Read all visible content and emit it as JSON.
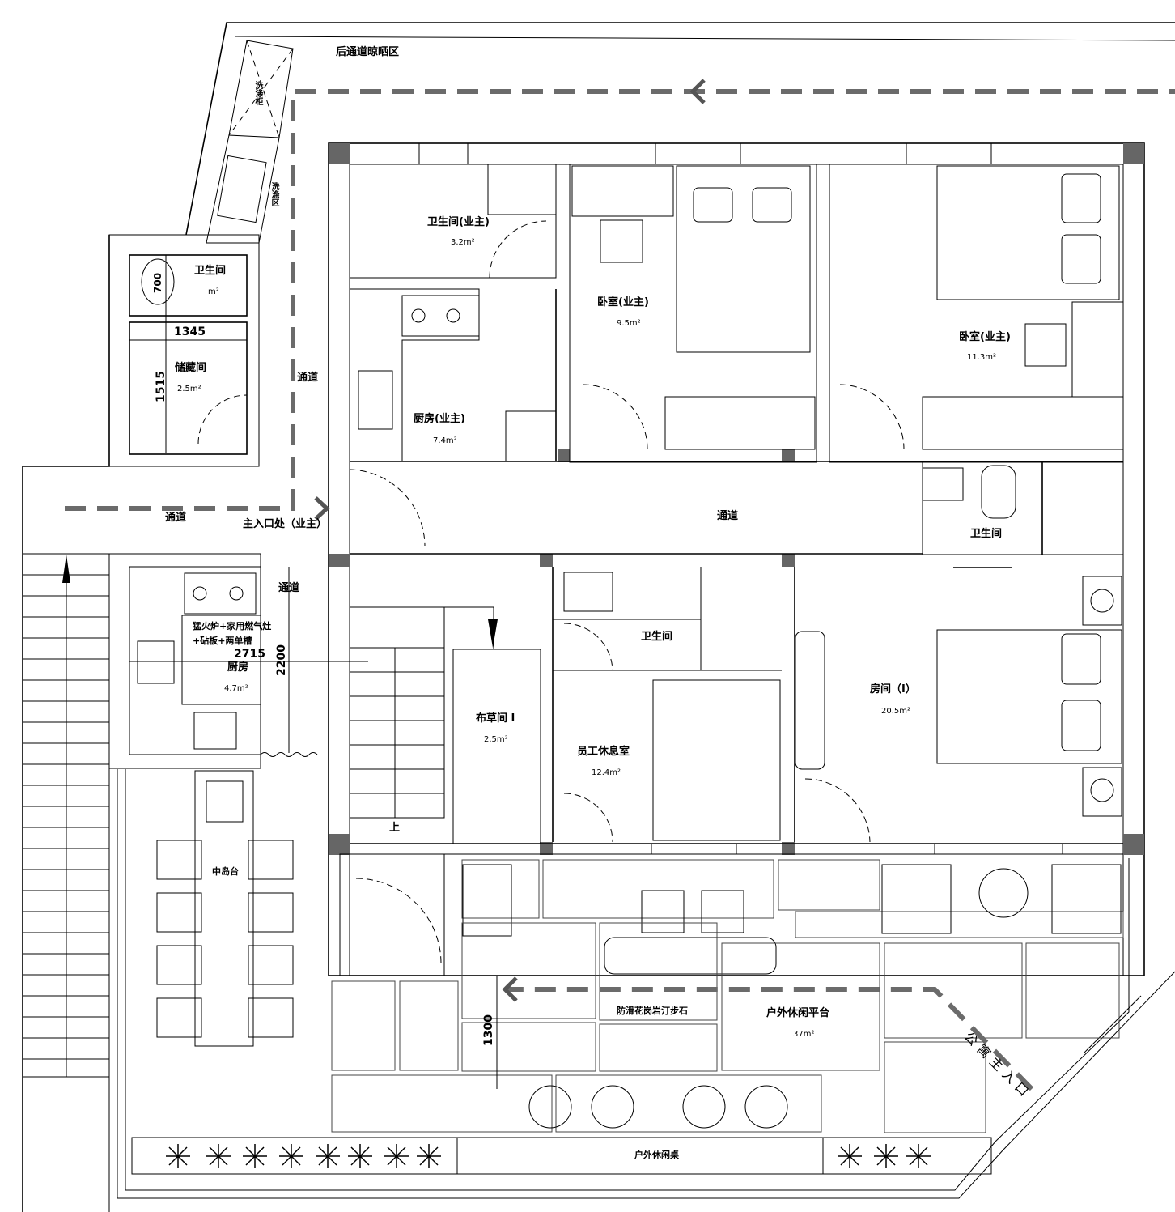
{
  "plan": {
    "back_drying_area": "后通道晾晒区",
    "wash_cabinet": "洗涤柜",
    "wash_area": "洗涤区",
    "owner_bathroom": {
      "name": "卫生间(业主)",
      "area": "3.2m²"
    },
    "small_bathroom": {
      "name": "卫生间",
      "area": "m²",
      "dim": "700"
    },
    "storage": {
      "name": "储藏间",
      "area": "2.5m²",
      "width": "1345",
      "height": "1515"
    },
    "corridor_left": "通道",
    "owner_kitchen": {
      "name": "厨房(业主)",
      "area": "7.4m²"
    },
    "owner_bedroom_1": {
      "name": "卧室(业主)",
      "area": "9.5m²"
    },
    "owner_bedroom_2": {
      "name": "卧室(业主)",
      "area": "11.3m²"
    },
    "corridor_entry": "通道",
    "main_entrance": "主入口处（业主）",
    "corridor_main": "通道",
    "bathroom_right": "卫生间",
    "corridor_kitchen": "通道",
    "kitchen": {
      "note_1": "猛火炉+家用燃气灶",
      "note_2": "+砧板+两单槽",
      "width": "2715",
      "height": "2200",
      "name": "厨房",
      "area": "4.7m²"
    },
    "bathroom_mid": "卫生间",
    "linen_room": {
      "name": "布草间 I",
      "area": "2.5m²"
    },
    "staff_room": {
      "name": "员工休息室",
      "area": "12.4m²"
    },
    "guest_room": {
      "name": "房间（I）",
      "area": "20.5m²"
    },
    "stairs_up": "上",
    "island": "中岛台",
    "stepping_stones": "防滑花岗岩汀步石",
    "terrace": {
      "name": "户外休闲平台",
      "area": "37m²",
      "dim": "1300"
    },
    "apartment_entrance": "公寓主入口",
    "outdoor_table": "户外休闲桌"
  }
}
